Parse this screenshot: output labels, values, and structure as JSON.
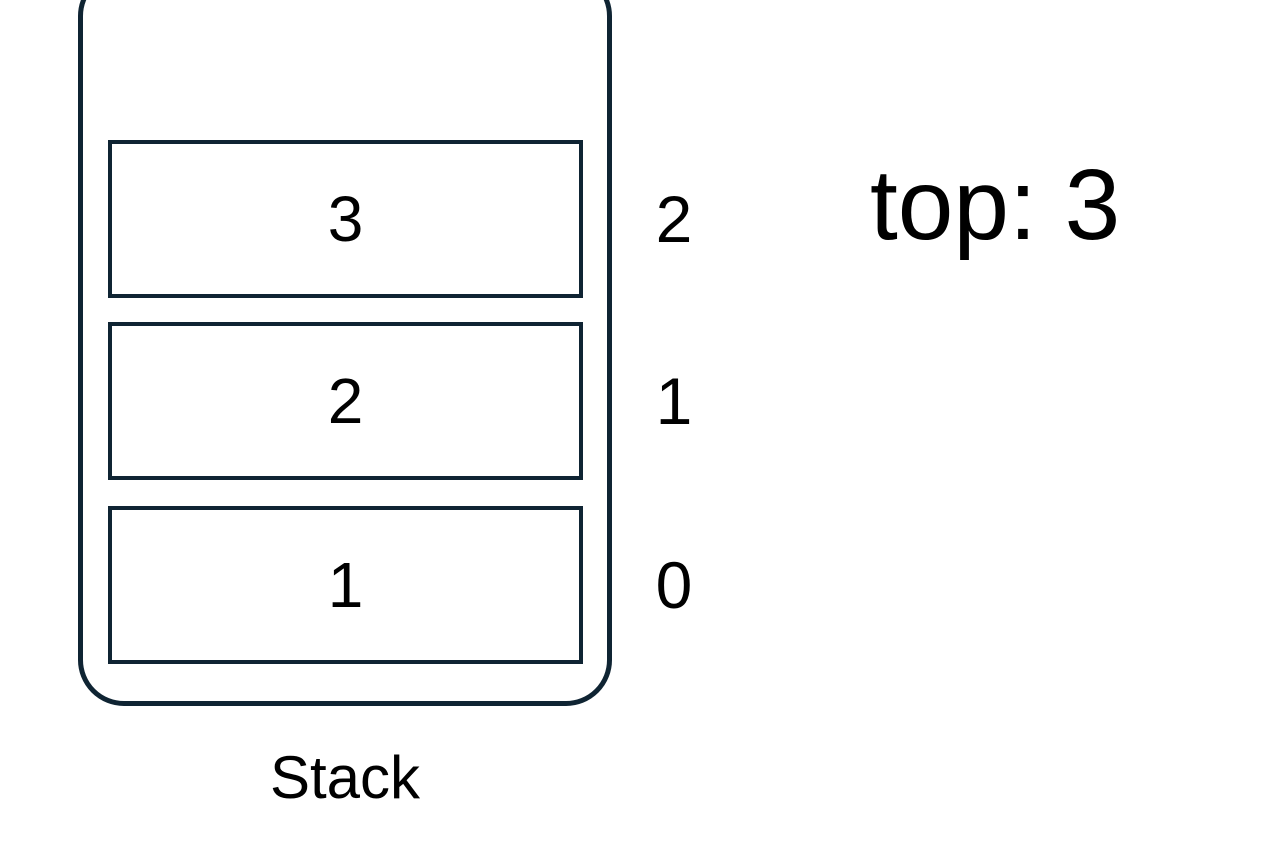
{
  "diagram": {
    "type": "stack",
    "caption": "Stack",
    "top_pointer_label": "top: 3",
    "top_value": "3",
    "cells": [
      {
        "value": "3",
        "index": "2"
      },
      {
        "value": "2",
        "index": "1"
      },
      {
        "value": "1",
        "index": "0"
      }
    ]
  },
  "colors": {
    "outline": "#0f2433",
    "text": "#000000",
    "background": "#ffffff"
  }
}
